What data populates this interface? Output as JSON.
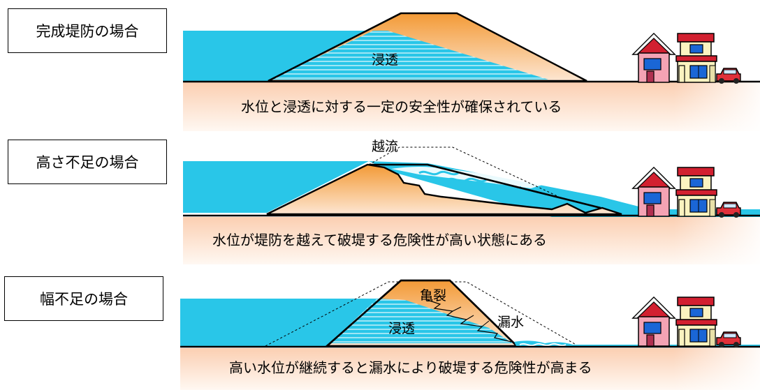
{
  "panels": [
    {
      "id": "complete",
      "label": "完成堤防の場合",
      "caption": "水位と浸透に対する一定の安全性が確保されている",
      "annotations": {
        "seepage": "浸透"
      }
    },
    {
      "id": "insufficient-height",
      "label": "高さ不足の場合",
      "caption": "水位が堤防を越えて破堤する危険性が高い状態にある",
      "annotations": {
        "overflow": "越流"
      }
    },
    {
      "id": "insufficient-width",
      "label": "幅不足の場合",
      "caption": "高い水位が継続すると漏水により破堤する危険性が高まる",
      "annotations": {
        "crack": "亀裂",
        "seepage": "浸透",
        "leakage": "漏水"
      }
    }
  ],
  "colors": {
    "water": "#29c6e8",
    "embankment_top": "#f39a36",
    "embankment_bottom": "#fde3cc",
    "ground_band": "#fbd6bd",
    "house_wall": "#f4a3b4",
    "building_wall": "#fbf3c0",
    "window": "#1a66d6",
    "roof": "#d22030",
    "car": "#e0303a"
  }
}
